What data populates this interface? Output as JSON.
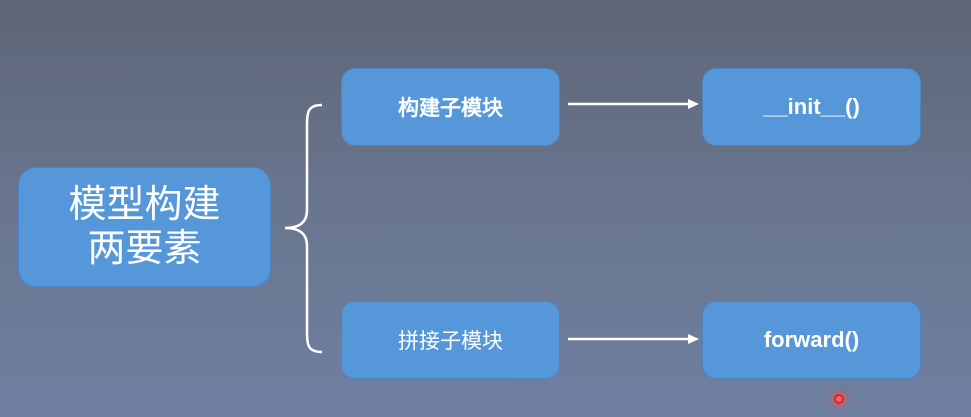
{
  "main_box": {
    "line1": "模型构建",
    "line2": "两要素"
  },
  "elements": [
    {
      "label": "构建子模块",
      "method": "__init__()"
    },
    {
      "label": "拼接子模块",
      "method": "forward()"
    }
  ],
  "colors": {
    "box": "#5597d8",
    "background": "#6a768f",
    "pointer": "#e02020"
  }
}
